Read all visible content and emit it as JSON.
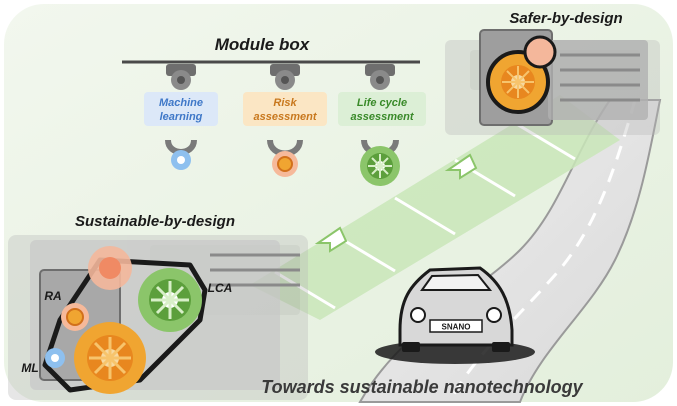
{
  "module_box": {
    "title": "Module box",
    "modules": [
      {
        "line1": "Machine",
        "line2": "learning",
        "color": "#3f78c8",
        "bg": "#dce8f8"
      },
      {
        "line1": "Risk",
        "line2": "assessment",
        "color": "#c8781e",
        "bg": "#fbe6c4"
      },
      {
        "line1": "Life cycle",
        "line2": "assessment",
        "color": "#3a8a2a",
        "bg": "#dcefd6"
      }
    ]
  },
  "safer_label": "Safer-by-design",
  "sustainable_label": "Sustainable-by-design",
  "gear_labels": {
    "ra": "RA",
    "lca": "LCA",
    "ml": "ML"
  },
  "car_plate": "SNANO",
  "footer_title": "Towards sustainable nanotechnology",
  "colors": {
    "orange": "#f0a531",
    "orange_dark": "#d2701b",
    "green": "#5c9f3c",
    "green_light": "#8bc56a",
    "peach": "#f4b79b",
    "blue": "#5f9fdd",
    "road_green": "#d3ebc4"
  }
}
